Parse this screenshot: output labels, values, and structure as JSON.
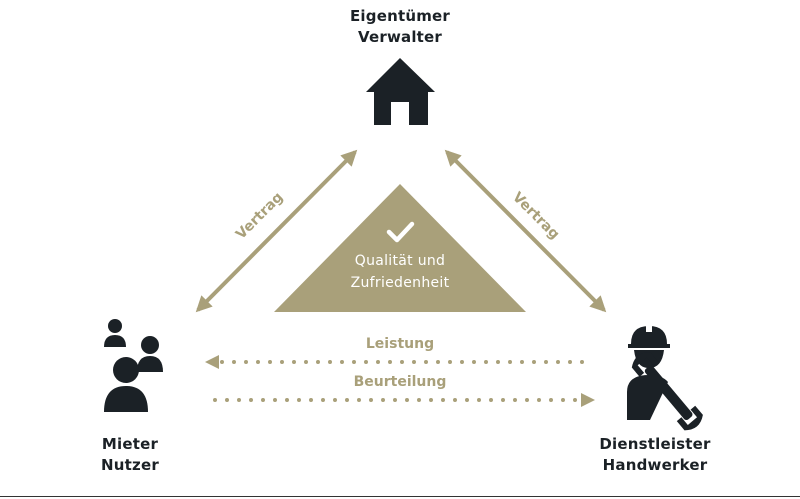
{
  "colors": {
    "accent": "#a9a07a",
    "icon": "#1b2126",
    "text": "#1b2126",
    "white": "#ffffff"
  },
  "nodes": {
    "top": {
      "line1": "Eigentümer",
      "line2": "Verwalter",
      "icon": "house-icon"
    },
    "left": {
      "line1": "Mieter",
      "line2": "Nutzer",
      "icon": "people-group-icon"
    },
    "right": {
      "line1": "Dienstleister",
      "line2": "Handwerker",
      "icon": "worker-wrench-icon"
    }
  },
  "edges": {
    "left_diagonal": "Vertrag",
    "right_diagonal": "Vertrag",
    "upper_horizontal": "Leistung",
    "lower_horizontal": "Beurteilung"
  },
  "center": {
    "line1": "Qualität und",
    "line2": "Zufriedenheit",
    "icon": "checkmark-icon"
  }
}
